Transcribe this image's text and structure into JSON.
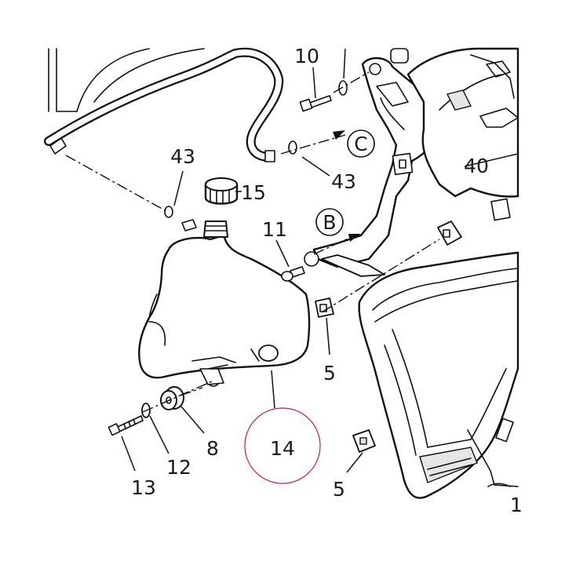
{
  "labels": {
    "p10": "10",
    "p43a": "43",
    "p43b": "43",
    "pC": "C",
    "pB": "B",
    "p40": "40",
    "p15": "15",
    "p11": "11",
    "p5a": "5",
    "p5b": "5",
    "p8": "8",
    "p12": "12",
    "p13": "13",
    "p14": "14",
    "p1": "1"
  },
  "icons": {
    "reservoir": "coolant-reservoir-icon",
    "cap": "filler-cap-icon",
    "hose": "hose-icon",
    "bracket": "bracket-icon",
    "fairing": "side-fairing-icon"
  },
  "colors": {
    "line": "#111111",
    "highlight_circle": "#c02050"
  }
}
